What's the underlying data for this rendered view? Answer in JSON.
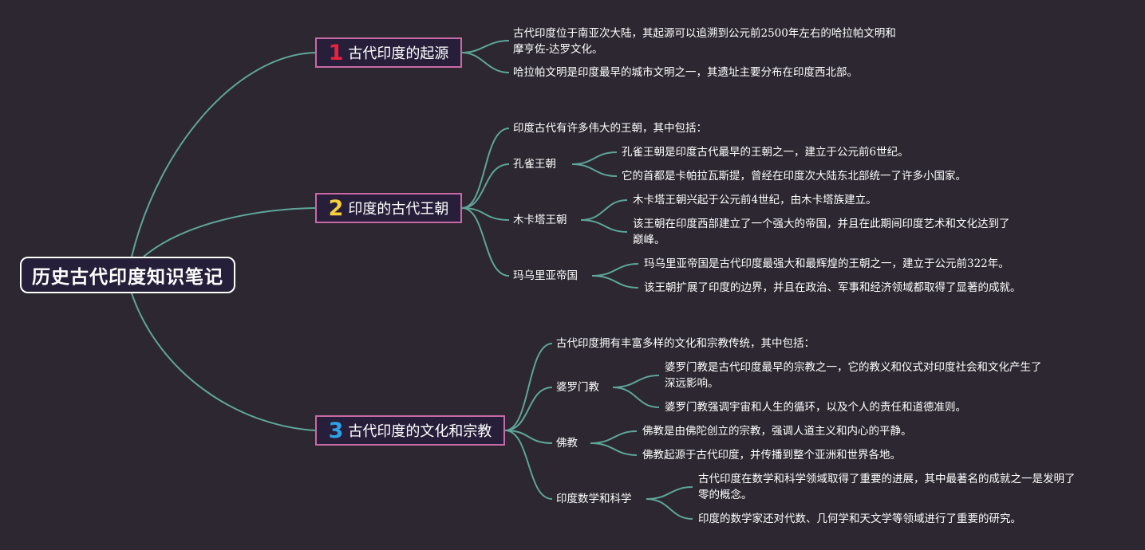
{
  "root": {
    "title": "历史古代印度知识笔记"
  },
  "branches": [
    {
      "number": "1",
      "title": "古代印度的起源",
      "color": "#e8213f",
      "items": [
        "古代印度位于南亚次大陆，其起源可以追溯到公元前2500年左右的哈拉帕文明和\n摩亨佐-达罗文化。",
        "哈拉帕文明是印度最早的城市文明之一，其遗址主要分布在印度西北部。"
      ]
    },
    {
      "number": "2",
      "title": "印度的古代王朝",
      "color": "#f6cf3d",
      "intro": "印度古代有许多伟大的王朝，其中包括：",
      "groups": [
        {
          "name": "孔雀王朝",
          "items": [
            "孔雀王朝是印度古代最早的王朝之一，建立于公元前6世纪。",
            "它的首都是卡帕拉瓦斯提，曾经在印度次大陆东北部统一了许多小国家。"
          ]
        },
        {
          "name": "木卡塔王朝",
          "items": [
            "木卡塔王朝兴起于公元前4世纪，由木卡塔族建立。",
            "该王朝在印度西部建立了一个强大的帝国，并且在此期间印度艺术和文化达到了\n巅峰。"
          ]
        },
        {
          "name": "玛乌里亚帝国",
          "items": [
            "玛乌里亚帝国是古代印度最强大和最辉煌的王朝之一，建立于公元前322年。",
            "该王朝扩展了印度的边界，并且在政治、军事和经济领域都取得了显著的成就。"
          ]
        }
      ]
    },
    {
      "number": "3",
      "title": "古代印度的文化和宗教",
      "color": "#2ea3e6",
      "intro": "古代印度拥有丰富多样的文化和宗教传统，其中包括：",
      "groups": [
        {
          "name": "婆罗门教",
          "items": [
            "婆罗门教是古代印度最早的宗教之一，它的教义和仪式对印度社会和文化产生了\n深远影响。",
            "婆罗门教强调宇宙和人生的循环，以及个人的责任和道德准则。"
          ]
        },
        {
          "name": "佛教",
          "items": [
            "佛教是由佛陀创立的宗教，强调人道主义和内心的平静。",
            "佛教起源于古代印度，并传播到整个亚洲和世界各地。"
          ]
        },
        {
          "name": "印度数学和科学",
          "items": [
            "古代印度在数学和科学领域取得了重要的进展，其中最著名的成就之一是发明了\n零的概念。",
            "印度的数学家还对代数、几何学和天文学等领域进行了重要的研究。"
          ]
        }
      ]
    }
  ]
}
